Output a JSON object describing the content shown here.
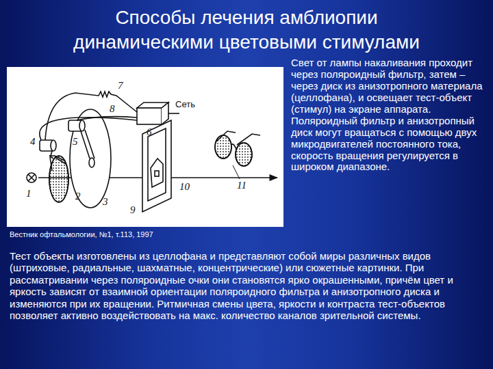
{
  "diagram": {
    "title": "Способы лечения амблиопии динамическими цветовыми стимулами",
    "caption": "Вестник офтальмологии, №1, т.113, 1997",
    "labels": [
      "1",
      "2",
      "3",
      "4",
      "5",
      "6",
      "7",
      "8",
      "9",
      "10",
      "11",
      "Сеть",
      "Свет от лампы накаливания проходит через поляроидный фильтр, затем – через диск из анизотропного материала (целлофана), и освещает тест-объект (стимул) на экране аппарата. Поляроидный фильтр и анизотропный диск могут вращаться с помощью двух микродвигателей постоянного тока, скорость вращения регулируется в широком диапазоне.",
      "Тест объекты изготовлены из целлофана и представляют собой миры различных видов (штриховые, радиальные, шахматные, концентрические) или сюжетные картинки. При рассматривании через поляроидные очки они становятся ярко окрашенными, причём цвет и яркость зависят от взаимной ориентации поляроидного фильтра и анизотропного диска и изменяются при их вращении. Ритмичная смены цвета, яркости и контраста тест-объектов позволяет активно воздействовать на макс. количество каналов зрительной системы."
    ]
  }
}
